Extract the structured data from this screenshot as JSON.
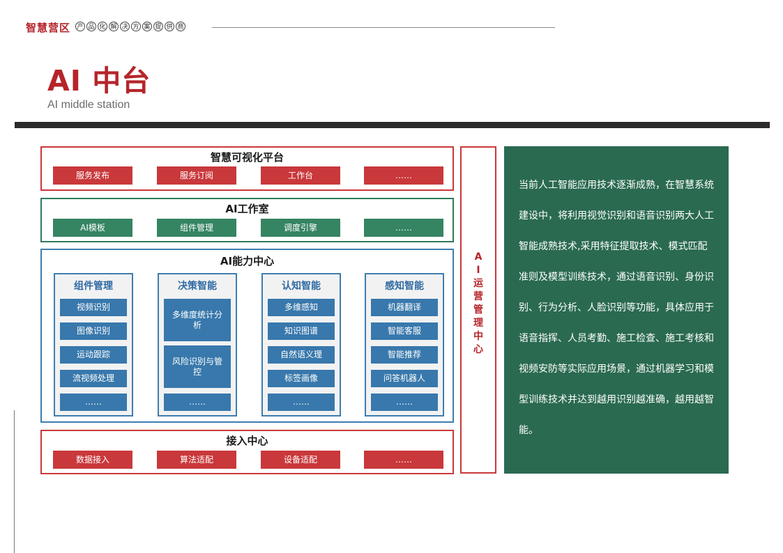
{
  "header": {
    "brand": "智慧营区",
    "slogan": [
      "产",
      "品",
      "化",
      "解",
      "决",
      "方",
      "案",
      "提",
      "供",
      "商"
    ]
  },
  "page": {
    "title": "AI 中台",
    "subtitle": "AI middle station"
  },
  "diagram": {
    "visual_platform": {
      "title": "智慧可视化平台",
      "items": [
        "服务发布",
        "服务订阅",
        "工作台",
        "……"
      ]
    },
    "ai_studio": {
      "title": "AI工作室",
      "items": [
        "AI模板",
        "组件管理",
        "调度引擎",
        "……"
      ]
    },
    "capability_center": {
      "title": "AI能力中心",
      "columns": [
        {
          "title": "组件管理",
          "items": [
            "视频识别",
            "图像识别",
            "运动跟踪",
            "流视频处理",
            "……"
          ]
        },
        {
          "title": "决策智能",
          "items": [
            "多维度统计分析",
            "风险识别与管控",
            "……"
          ]
        },
        {
          "title": "认知智能",
          "items": [
            "多维感知",
            "知识图谱",
            "自然语义理",
            "标签画像",
            "……"
          ]
        },
        {
          "title": "感知智能",
          "items": [
            "机器翻译",
            "智能客服",
            "智能推荐",
            "问答机器人",
            "……"
          ]
        }
      ]
    },
    "access_center": {
      "title": "接入中心",
      "items": [
        "数据接入",
        "算法适配",
        "设备适配",
        "……"
      ]
    },
    "ops_center": "AI运营管理中心"
  },
  "description": "当前人工智能应用技术逐渐成熟，在智慧系统建设中，将利用视觉识别和语音识别两大人工智能成熟技术,采用特征提取技术、模式匹配准则及模型训练技术，通过语音识别、身份识别、行为分析、人脸识别等功能，具体应用于语音指挥、人员考勤、施工检查、施工考核和视频安防等实际应用场景，通过机器学习和模型训练技术并达到越用识别越准确，越用越智能。",
  "colors": {
    "red": "#c9383b",
    "green": "#358462",
    "blue": "#3878ac",
    "dark_green": "#2a6a50"
  }
}
